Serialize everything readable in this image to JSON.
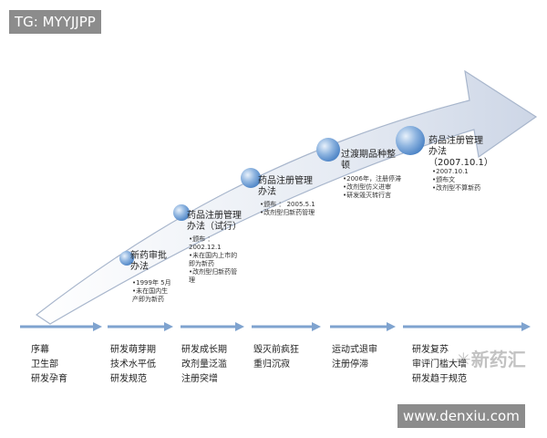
{
  "top_tag": "TG: MYYJJPP",
  "bottom_tag": "www.denxiu.com",
  "watermark_brand": "新药汇",
  "milestones": [
    {
      "title_lines": [
        "新药审批",
        "办法"
      ],
      "notes": [
        "•1999年 5月",
        "•未在国内生",
        "产即为新药"
      ]
    },
    {
      "title_lines": [
        "药品注册管理",
        "办法（试行）"
      ],
      "notes": [
        "•颁布 ：",
        "2002.12.1",
        "•未在国内上市的",
        "即为新药",
        "•改剂型归新药管",
        "理"
      ]
    },
    {
      "title_lines": [
        "药品注册管理",
        "办法"
      ],
      "notes": [
        "•颁布 ：  2005.5.1",
        "•改剂型归新药管理"
      ]
    },
    {
      "title_lines": [
        "过渡期品种整",
        "顿"
      ],
      "notes": [
        "•2006年，注册停滞",
        "•改剂型仿义进审",
        "•研发毁灭转行言"
      ]
    },
    {
      "title_lines": [
        "药品注册管理",
        "办法",
        "（2007.10.1）"
      ],
      "notes": [
        "•2007.10.1",
        "•颁布文",
        "•改剂型不算新药"
      ]
    }
  ],
  "periods": [
    [
      "序幕",
      "卫生部",
      "研发孕育"
    ],
    [
      "研发萌芽期",
      "技术水平低",
      "研发规范"
    ],
    [
      "研发成长期",
      "改剂量泛滥",
      "注册突增"
    ],
    [
      "毁灭前疯狂",
      "重归沉寂"
    ],
    [
      "运动式退审",
      "注册停滞"
    ],
    [
      "研发复苏",
      "审评门槛大增",
      "研发趋于规范"
    ]
  ]
}
